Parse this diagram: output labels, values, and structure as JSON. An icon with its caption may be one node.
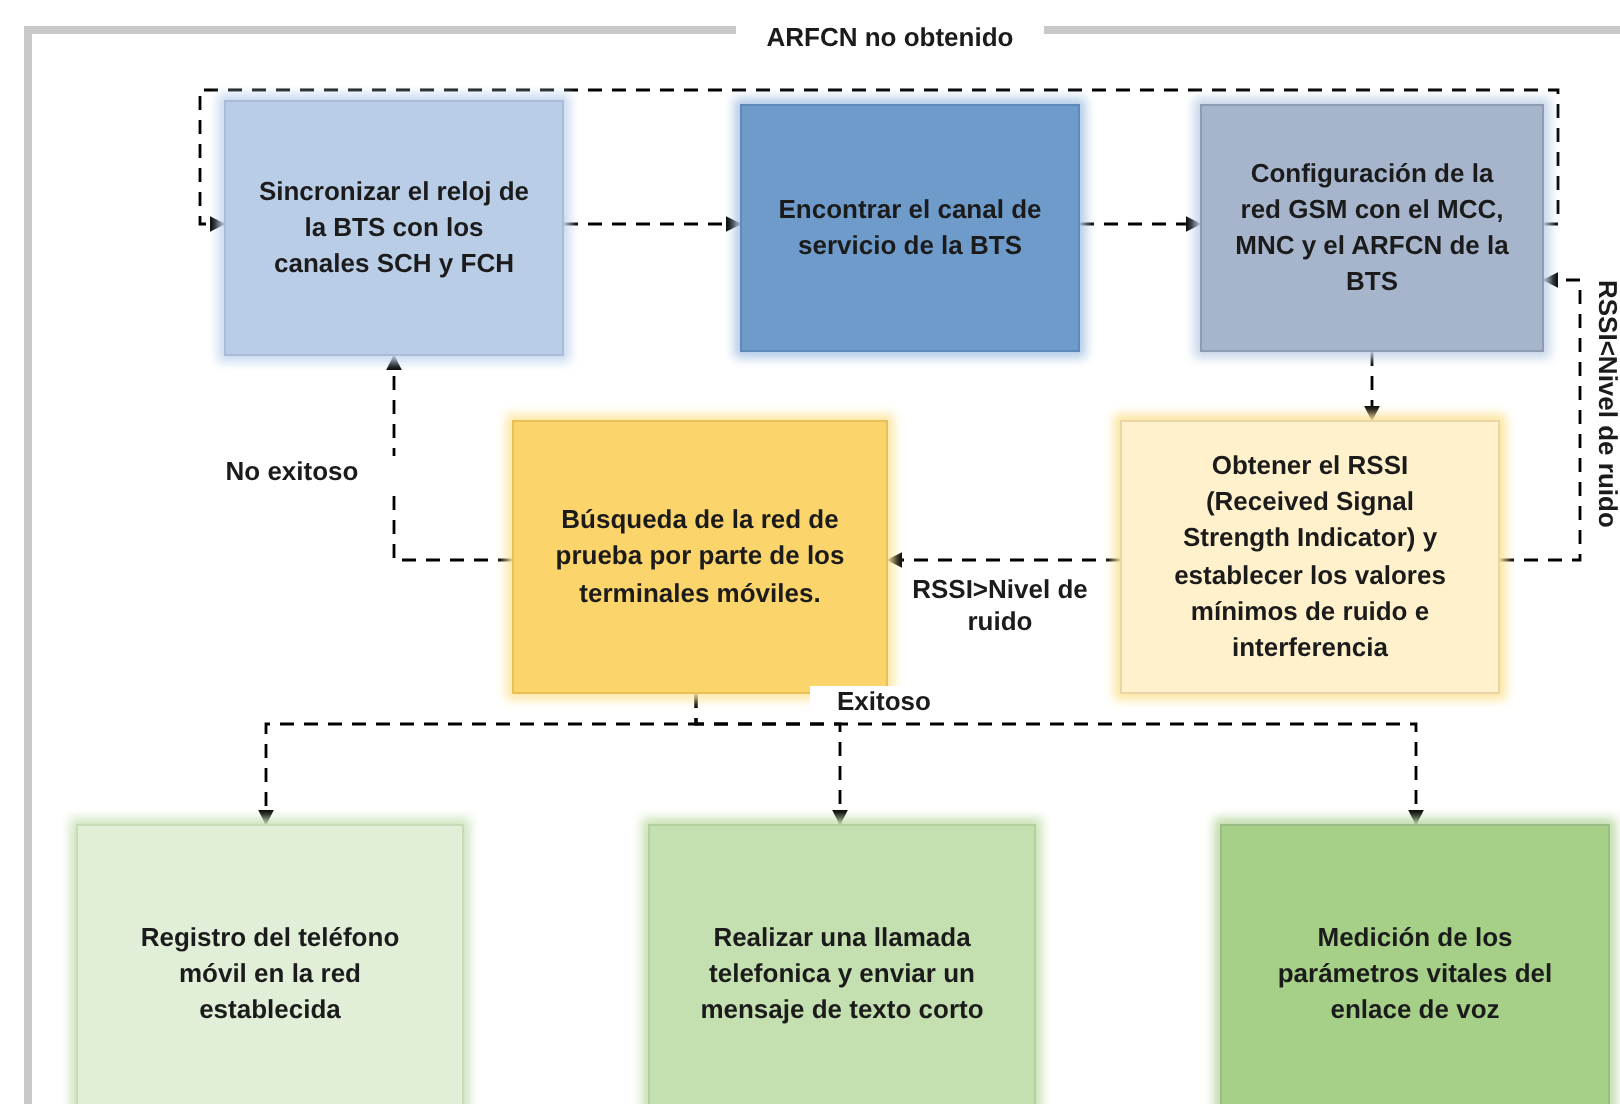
{
  "diagram": {
    "nodes": [
      {
        "text": [
          "Sincronizar el reloj de la BTS con los canales SCH y FCH"
        ]
      },
      {
        "text": [
          "Encontrar el canal de servicio de la BTS"
        ]
      },
      {
        "text": [
          "Configuración de la red GSM con el MCC, MNC y el ARFCN de la BTS"
        ]
      },
      {
        "text": [
          "Búsqueda de la red de prueba por parte de los terminales móviles."
        ]
      },
      {
        "text": [
          "Obtener el RSSI (Received Signal Strength Indicator) y establecer los valores mínimos de ruido e interferencia"
        ]
      },
      {
        "text": [
          "Registro del teléfono móvil en la red establecida"
        ]
      },
      {
        "text": [
          "Realizar una llamada telefonica y enviar un mensaje de texto corto"
        ]
      },
      {
        "text": [
          "Medición de los parámetros vitales del enlace de voz"
        ]
      }
    ],
    "edges": [
      {
        "from": 0,
        "to": 1,
        "arrow": "to",
        "style": "dashed"
      },
      {
        "from": 1,
        "to": 2,
        "arrow": "to",
        "style": "dashed"
      },
      {
        "from": 2,
        "to": 0,
        "arrow": "to",
        "style": "dashed",
        "label": "ARFCN no obtenido"
      },
      {
        "from": 2,
        "to": 4,
        "arrow": "to",
        "style": "dashed"
      },
      {
        "from": 4,
        "to": 2,
        "arrow": "to",
        "style": "dashed",
        "label": "RSSI<Nivel de ruido"
      },
      {
        "from": 4,
        "to": 3,
        "arrow": "to",
        "style": "dashed",
        "label": "RSSI>Nivel de ruido"
      },
      {
        "from": 3,
        "to": 0,
        "arrow": "to",
        "style": "dashed",
        "label": "No exitoso"
      },
      {
        "from": 3,
        "to": 5,
        "arrow": "to",
        "style": "dashed"
      },
      {
        "from": 3,
        "to": 6,
        "arrow": "to",
        "style": "dashed",
        "label": "Exitoso"
      },
      {
        "from": 3,
        "to": 7,
        "arrow": "to",
        "style": "dashed"
      }
    ]
  }
}
